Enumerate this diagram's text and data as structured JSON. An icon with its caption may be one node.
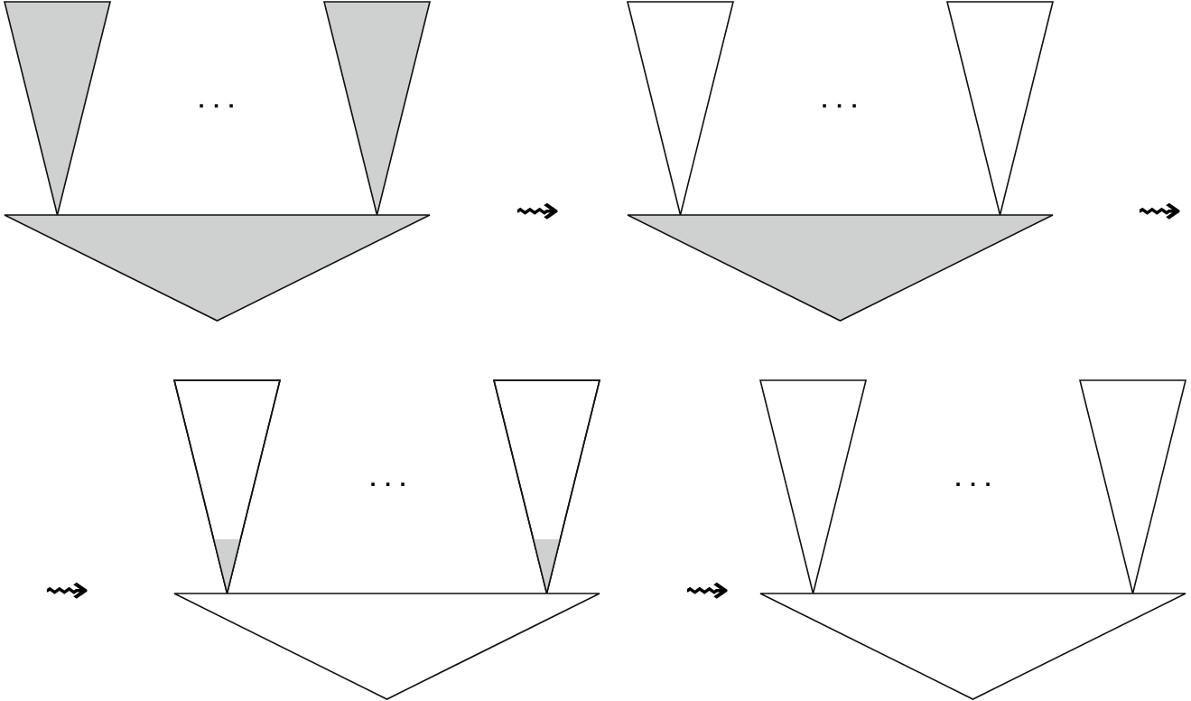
{
  "diagram": {
    "nodes": [
      {
        "text": [],
        "shape": "triangle"
      },
      {
        "text": [],
        "shape": "triangle"
      },
      {
        "text": [],
        "shape": "triangle"
      },
      {
        "text": [],
        "shape": "triangle"
      },
      {
        "text": [],
        "shape": "triangle"
      },
      {
        "text": [],
        "shape": "triangle"
      },
      {
        "text": [],
        "shape": "triangle"
      },
      {
        "text": [],
        "shape": "triangle"
      },
      {
        "text": [],
        "shape": "triangle"
      },
      {
        "text": [],
        "shape": "triangle"
      },
      {
        "text": [],
        "shape": "triangle"
      },
      {
        "text": [],
        "shape": "triangle"
      }
    ],
    "labels": [
      "· · ·",
      "· · ·",
      "⇝",
      "⇝",
      "· · ·",
      "· · ·",
      "⇝",
      "⇝"
    ]
  }
}
